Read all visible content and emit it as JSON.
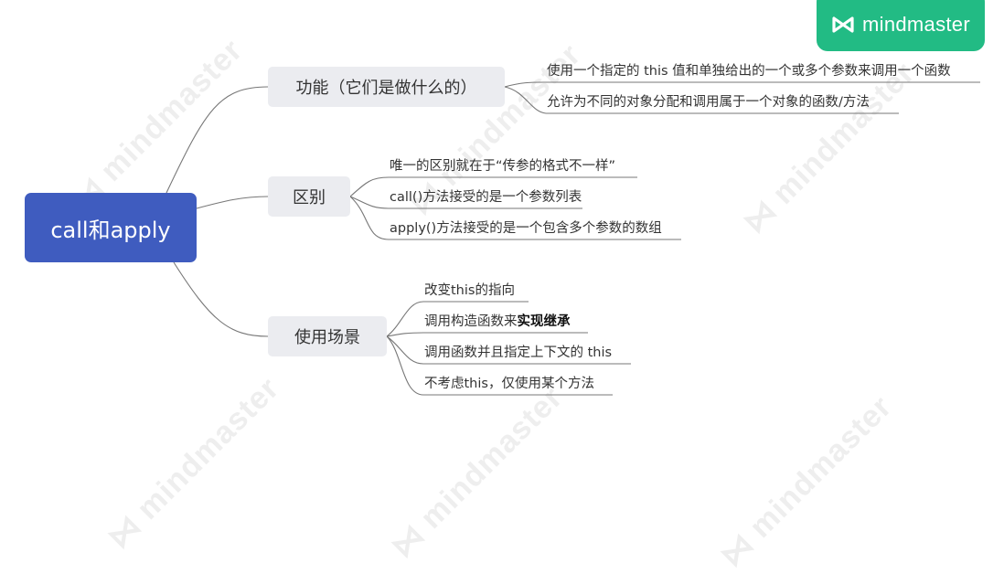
{
  "logo": {
    "brand": "mindmaster",
    "icon": "mindmaster-logo-icon",
    "color": "#22bb84"
  },
  "watermark": {
    "text": "mindmaster"
  },
  "mindmap": {
    "root": {
      "label": "call和apply",
      "color": "#3f5cbf"
    },
    "branches": [
      {
        "label": "功能（它们是做什么的）",
        "children": [
          {
            "label": "使用一个指定的 this 值和单独给出的一个或多个参数来调用一个函数"
          },
          {
            "label": "允许为不同的对象分配和调用属于一个对象的函数/方法"
          }
        ]
      },
      {
        "label": "区别",
        "children": [
          {
            "label": "唯一的区别就在于“传参的格式不一样”"
          },
          {
            "label": "call()方法接受的是一个参数列表"
          },
          {
            "label": "apply()方法接受的是一个包含多个参数的数组"
          }
        ]
      },
      {
        "label": "使用场景",
        "children": [
          {
            "label": "改变this的指向"
          },
          {
            "label_prefix": "调用构造函数来",
            "label_bold": "实现继承"
          },
          {
            "label": "调用函数并且指定上下文的 this"
          },
          {
            "label": "不考虑this，仅使用某个方法"
          }
        ]
      }
    ]
  },
  "line_color": "#777777"
}
